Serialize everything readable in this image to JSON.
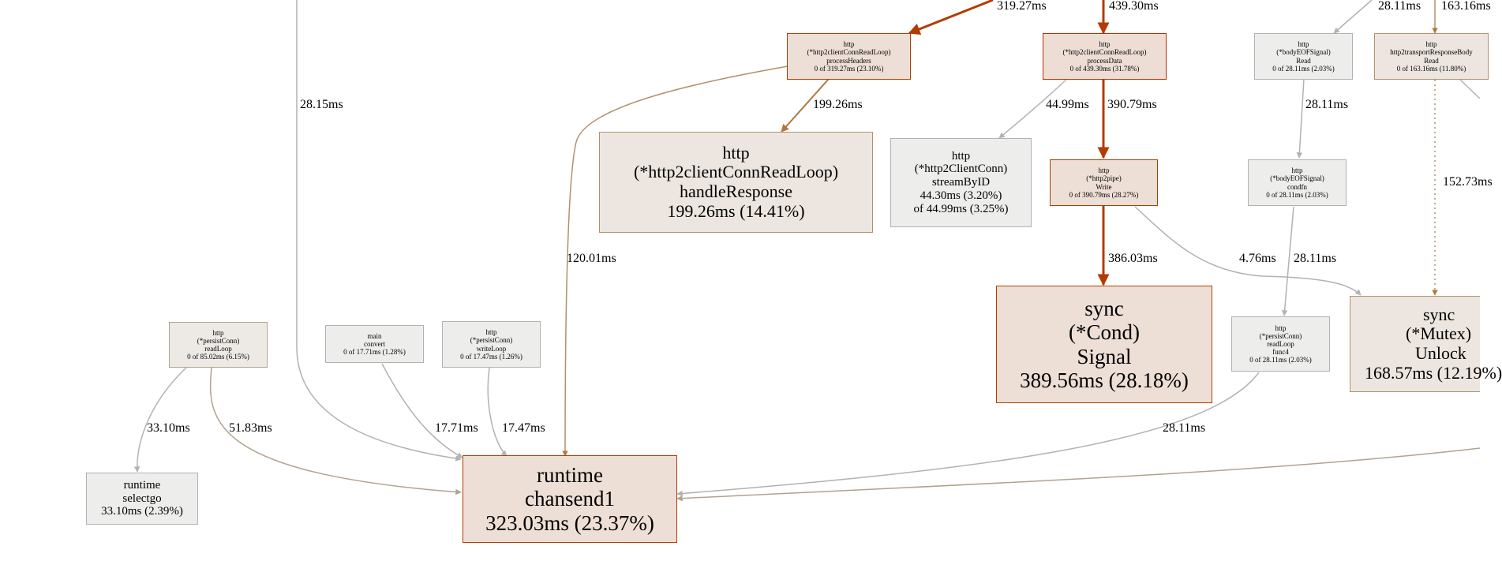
{
  "nodes": {
    "process_headers": {
      "lines": [
        "http",
        "(*http2clientConnReadLoop)",
        "processHeaders",
        "0 of 319.27ms (23.10%)"
      ]
    },
    "process_data": {
      "lines": [
        "http",
        "(*http2clientConnReadLoop)",
        "processData",
        "0 of 439.30ms (31.78%)"
      ]
    },
    "body_eof_read": {
      "lines": [
        "http",
        "(*bodyEOFSignal)",
        "Read",
        "0 of 28.11ms (2.03%)"
      ]
    },
    "transport_response_body_read": {
      "lines": [
        "http",
        "http2transportResponseBody",
        "Read",
        "0 of 163.16ms (11.80%)"
      ]
    },
    "handle_response": {
      "lines": [
        "http",
        "(*http2clientConnReadLoop)",
        "handleResponse",
        "199.26ms (14.41%)"
      ]
    },
    "stream_by_id": {
      "lines": [
        "http",
        "(*http2ClientConn)",
        "streamByID",
        "44.30ms (3.20%)",
        "of 44.99ms (3.25%)"
      ]
    },
    "pipe_write": {
      "lines": [
        "http",
        "(*http2pipe)",
        "Write",
        "0 of 390.79ms (28.27%)"
      ]
    },
    "body_eof_condfn": {
      "lines": [
        "http",
        "(*bodyEOFSignal)",
        "condfn",
        "0 of 28.11ms (2.03%)"
      ]
    },
    "cond_signal": {
      "lines": [
        "sync",
        "(*Cond)",
        "Signal",
        "389.56ms (28.18%)"
      ]
    },
    "mutex_unlock": {
      "lines": [
        "sync",
        "(*Mutex)",
        "Unlock",
        "168.57ms (12.19%)"
      ]
    },
    "persist_readloop": {
      "lines": [
        "http",
        "(*persistConn)",
        "readLoop",
        "0 of 85.02ms (6.15%)"
      ]
    },
    "main_convert": {
      "lines": [
        "main",
        "convert",
        "0 of 17.71ms (1.28%)"
      ]
    },
    "persist_writeloop": {
      "lines": [
        "http",
        "(*persistConn)",
        "writeLoop",
        "0 of 17.47ms (1.26%)"
      ]
    },
    "persist_readloop_func4": {
      "lines": [
        "http",
        "(*persistConn)",
        "readLoop",
        "func4",
        "0 of 28.11ms (2.03%)"
      ]
    },
    "selectgo": {
      "lines": [
        "runtime",
        "selectgo",
        "33.10ms (2.39%)"
      ]
    },
    "chansend1": {
      "lines": [
        "runtime",
        "chansend1",
        "323.03ms (23.37%)"
      ]
    }
  },
  "edges": {
    "e_top_headers": "319.27ms",
    "e_top_data": "439.30ms",
    "e_top_bodyeof": "28.11ms",
    "e_top_trb": "163.16ms",
    "e_left": "28.15ms",
    "e_headers_handle": "199.26ms",
    "e_data_stream": "44.99ms",
    "e_data_write": "390.79ms",
    "e_bodyeof_condfn": "28.11ms",
    "e_trb_unlock": "152.73ms",
    "e_headers_chansend": "120.01ms",
    "e_write_signal": "386.03ms",
    "e_write_unlock": "4.76ms",
    "e_condfn_func4": "28.11ms",
    "e_readloop_selectgo": "33.10ms",
    "e_readloop_chansend": "51.83ms",
    "e_convert_chansend": "17.71ms",
    "e_writeloop_chansend": "17.47ms",
    "e_func4_chansend": "28.11ms"
  },
  "colors": {
    "hot_edge": "#b23c00",
    "warm_edge": "#b2763e",
    "light_edge": "#b2a28e",
    "grey_edge": "#b2b2b2"
  }
}
